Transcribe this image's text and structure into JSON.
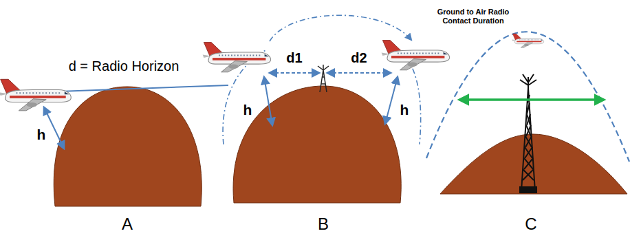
{
  "diagram": {
    "labels": [
      "d = Radio Horizon",
      "h",
      "A",
      "d1",
      "d2",
      "h",
      "h",
      "B",
      "Ground to Air Radio Contact Duration",
      "C"
    ]
  }
}
